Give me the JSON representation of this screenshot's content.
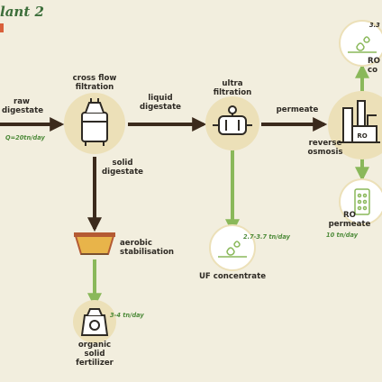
{
  "title": "lant 2",
  "labels": {
    "raw_digestate": "raw\ndigestate",
    "cross_flow": "cross flow\nfiltration",
    "liquid_digestate": "liquid\ndigestate",
    "ultra_filtration": "ultra\nfiltration",
    "permeate": "permeate",
    "ro_concentrate": "RO\nco",
    "reverse_osmosis": "reverse\nosmosis",
    "ro_unit_text": "RO",
    "solid_digestate": "solid\ndigestate",
    "aerobic": "aerobic\nstabilisation",
    "uf_concentrate": "UF concentrate",
    "ro_permeate": "RO\npermeate",
    "organic": "organic\nsolid\nfertilizer"
  },
  "quantities": {
    "raw_flow": "Q=20tn/day",
    "uf_concentrate": "2.7-3.7 tn/day",
    "ro_permeate": "10 tn/day",
    "organic": "3-4 tn/day",
    "ro_concentrate": "3.3"
  },
  "colors": {
    "background": "#f2eede",
    "circle": "#ece0b8",
    "arrow_dark": "#3b2a1c",
    "arrow_green": "#8ab85a",
    "title": "#3c6e3a",
    "quantity": "#4e8b3a",
    "accent": "#d9603b"
  },
  "icons": {
    "cross_flow": "filter-tank-icon",
    "ultra_filtration": "membrane-module-icon",
    "reverse_osmosis": "ro-plant-icon",
    "ro_concentrate": "drops-icon",
    "uf_concentrate": "drops-icon",
    "ro_permeate": "water-cartridge-icon",
    "aerobic": "compost-basin-icon",
    "organic": "fertilizer-sack-icon"
  }
}
